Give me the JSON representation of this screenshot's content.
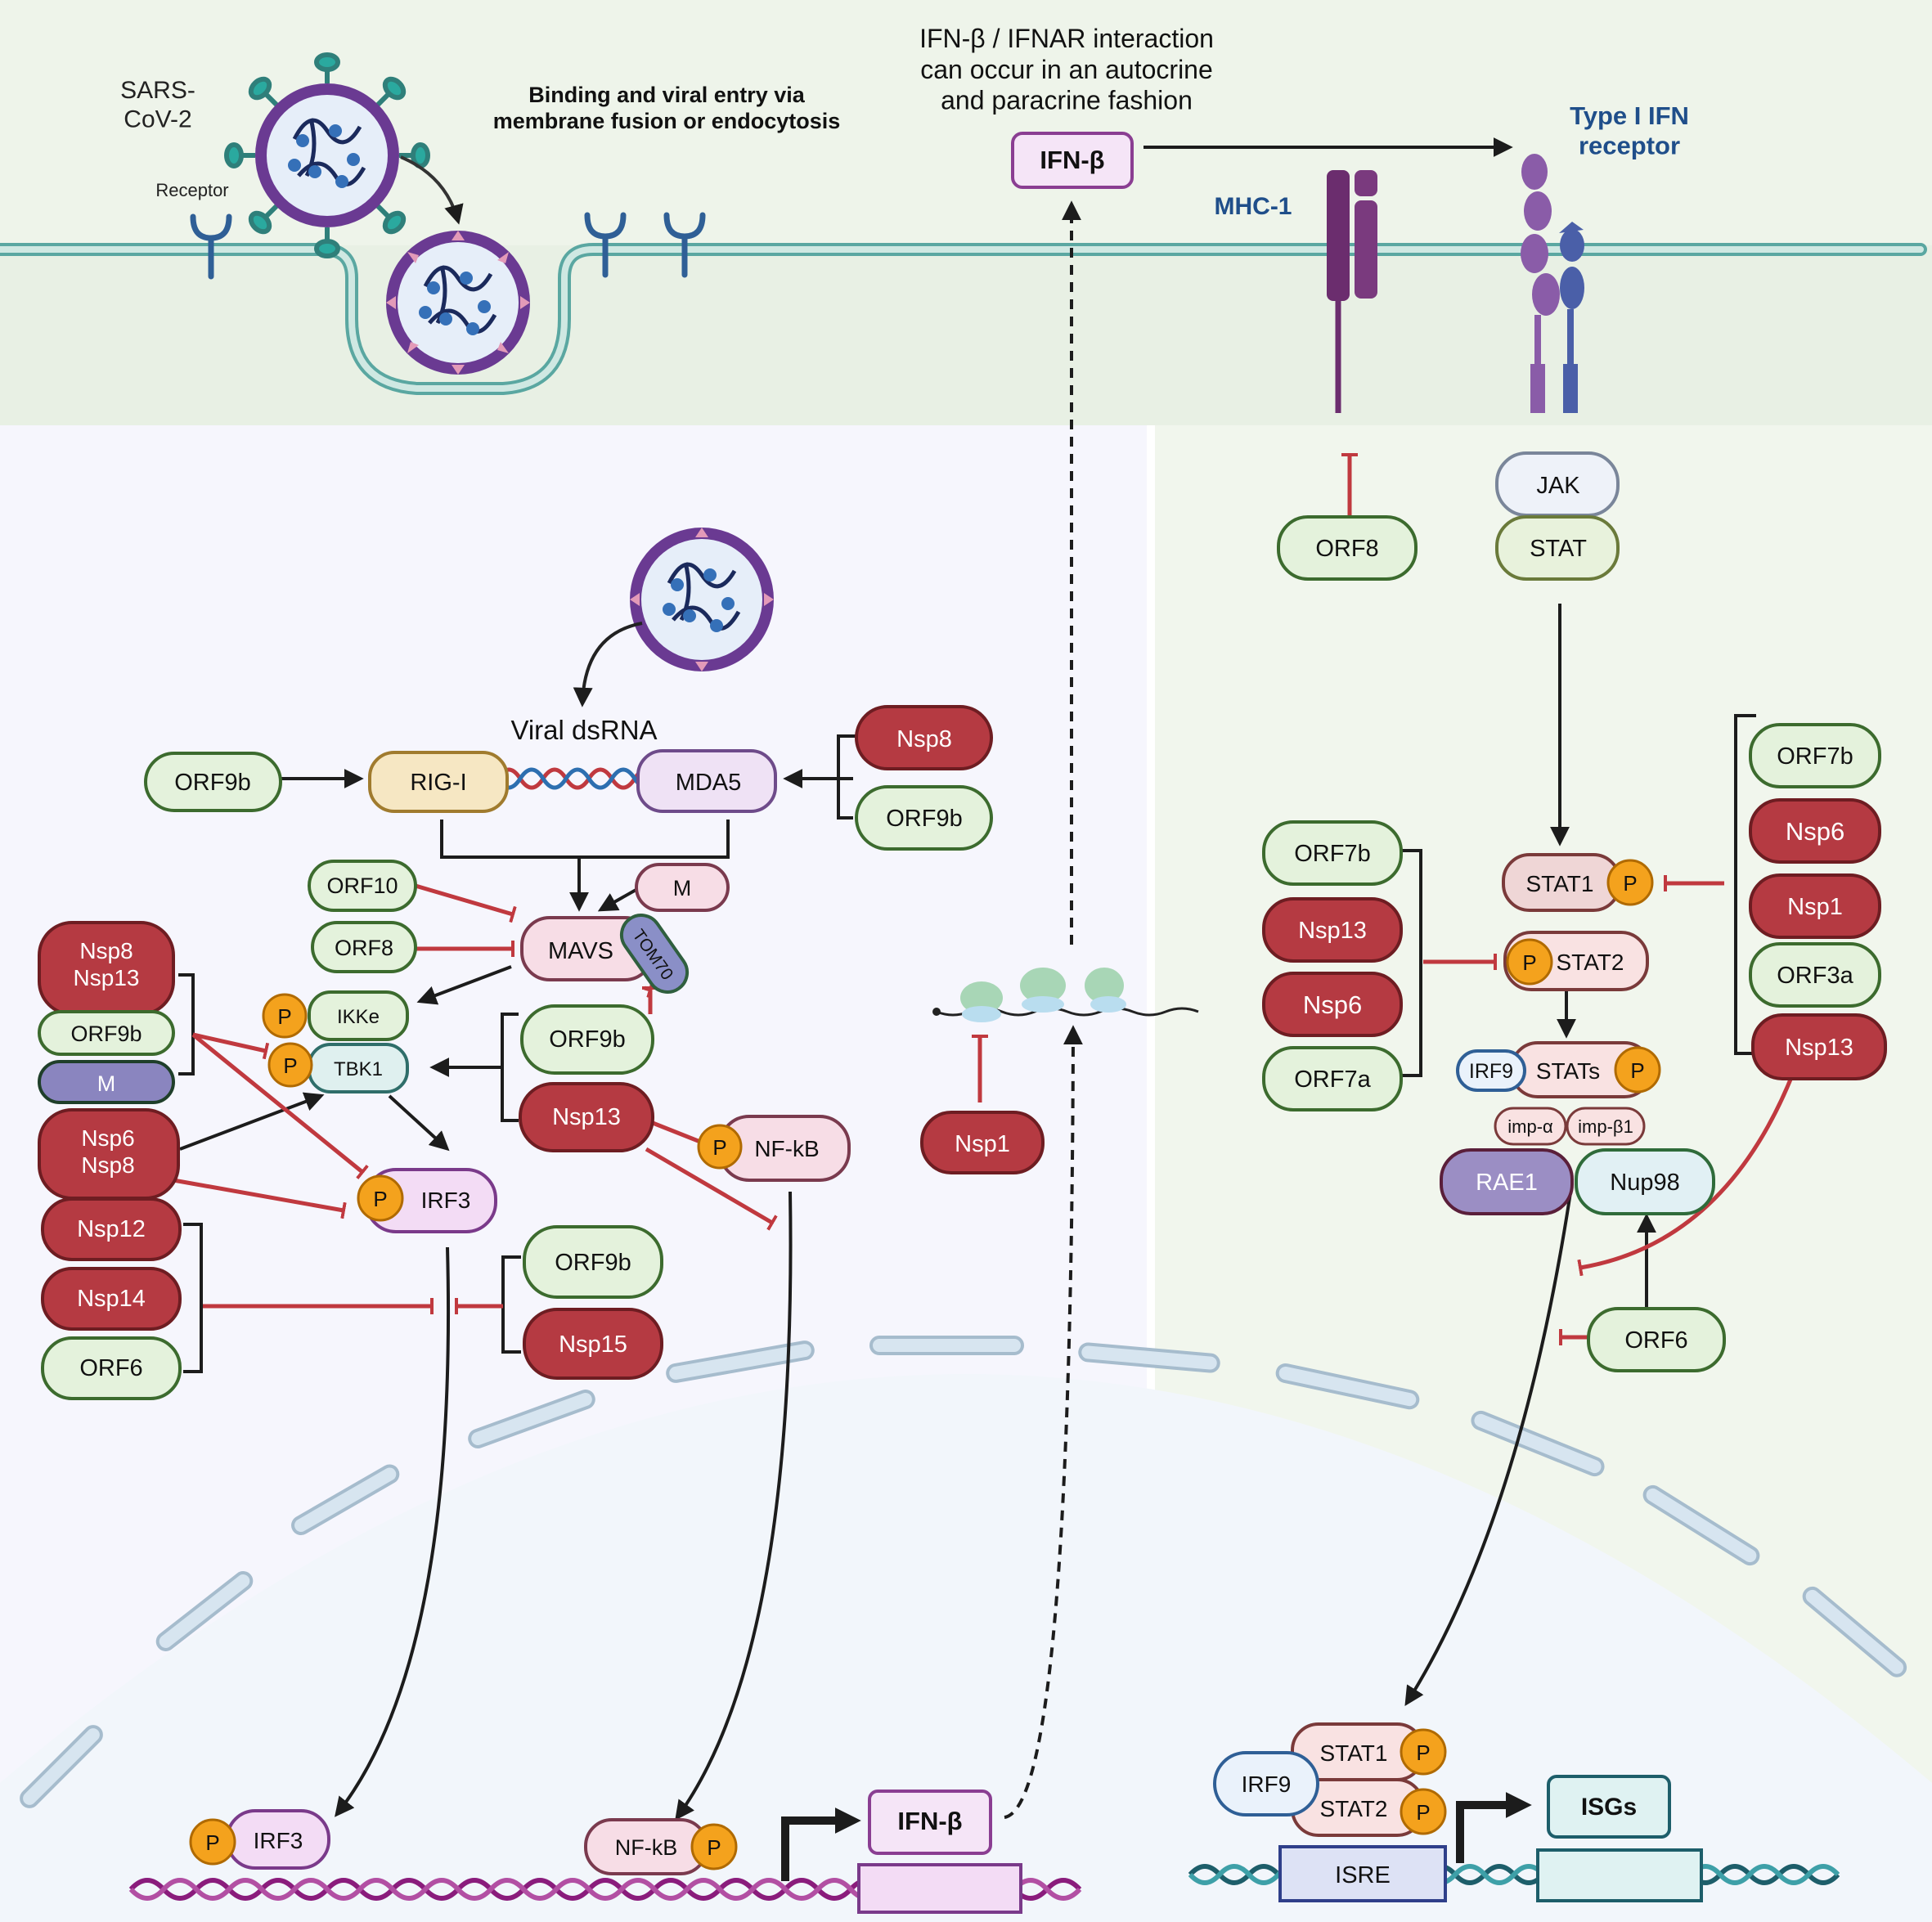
{
  "colors": {
    "red_fill": "#b53a42",
    "red_stroke": "#6e1d22",
    "green_fill": "#e4f2dc",
    "green_stroke": "#3c6b2e",
    "pink_fill": "#f7dde6",
    "purple": "#7b3f8f",
    "inhibit": "#c0393f",
    "phospho": "#f4a21d",
    "navy": "#1f4e8a"
  },
  "header": {
    "virus_name": "SARS-\nCoV-2",
    "receptor": "Receptor",
    "entry_note": "Binding and viral entry via\nmembrane fusion or endocytosis",
    "autocrine_note": "IFN-β / IFNAR interaction\ncan occur in an autocrine\nand paracrine fashion",
    "mhc1": "MHC-1",
    "ifnar": "Type I IFN\nreceptor",
    "ifnb_secreted": "IFN-β"
  },
  "left": {
    "viral_dsrna": "Viral dsRNA",
    "rigi": "RIG-I",
    "mda5": "MDA5",
    "orf9b_rigi": "ORF9b",
    "nsp8_mda5": "Nsp8",
    "orf9b_mda5": "ORF9b",
    "orf10": "ORF10",
    "orf8_mavs": "ORF8",
    "m_mavs": "M",
    "mavs": "MAVS",
    "tom70": "TOM70",
    "nsp8_nsp13": "Nsp8\nNsp13",
    "orf9b_tbk": "ORF9b",
    "m_tbk": "M",
    "ikke": "IKKe",
    "tbk1": "TBK1",
    "nsp6_nsp8": "Nsp6\nNsp8",
    "orf9b_r": "ORF9b",
    "nsp13_r": "Nsp13",
    "nfkb": "NF-kB",
    "irf3": "IRF3",
    "nsp12": "Nsp12",
    "nsp14": "Nsp14",
    "orf6_l": "ORF6",
    "orf9b_irf": "ORF9b",
    "nsp15": "Nsp15",
    "nsp1_ribo": "Nsp1",
    "irf3_nuc": "IRF3",
    "nfkb_nuc": "NF-kB",
    "ifnb_gene": "IFN-β",
    "p": "P"
  },
  "right": {
    "orf8_mhc": "ORF8",
    "jak": "JAK",
    "stat": "STAT",
    "orf7b_l": "ORF7b",
    "nsp13_l": "Nsp13",
    "nsp6_l": "Nsp6",
    "orf7a": "ORF7a",
    "stat1": "STAT1",
    "stat2": "STAT2",
    "irf9": "IRF9",
    "stats": "STATs",
    "imp_a": "imp-α",
    "imp_b1": "imp-β1",
    "rae1": "RAE1",
    "nup98": "Nup98",
    "orf6_r": "ORF6",
    "orf7b_r": "ORF7b",
    "nsp6_r": "Nsp6",
    "nsp1_r": "Nsp1",
    "orf3a": "ORF3a",
    "nsp13_r": "Nsp13",
    "irf9_nuc": "IRF9",
    "stat1_nuc": "STAT1",
    "stat2_nuc": "STAT2",
    "isre": "ISRE",
    "isgs": "ISGs",
    "p": "P"
  }
}
